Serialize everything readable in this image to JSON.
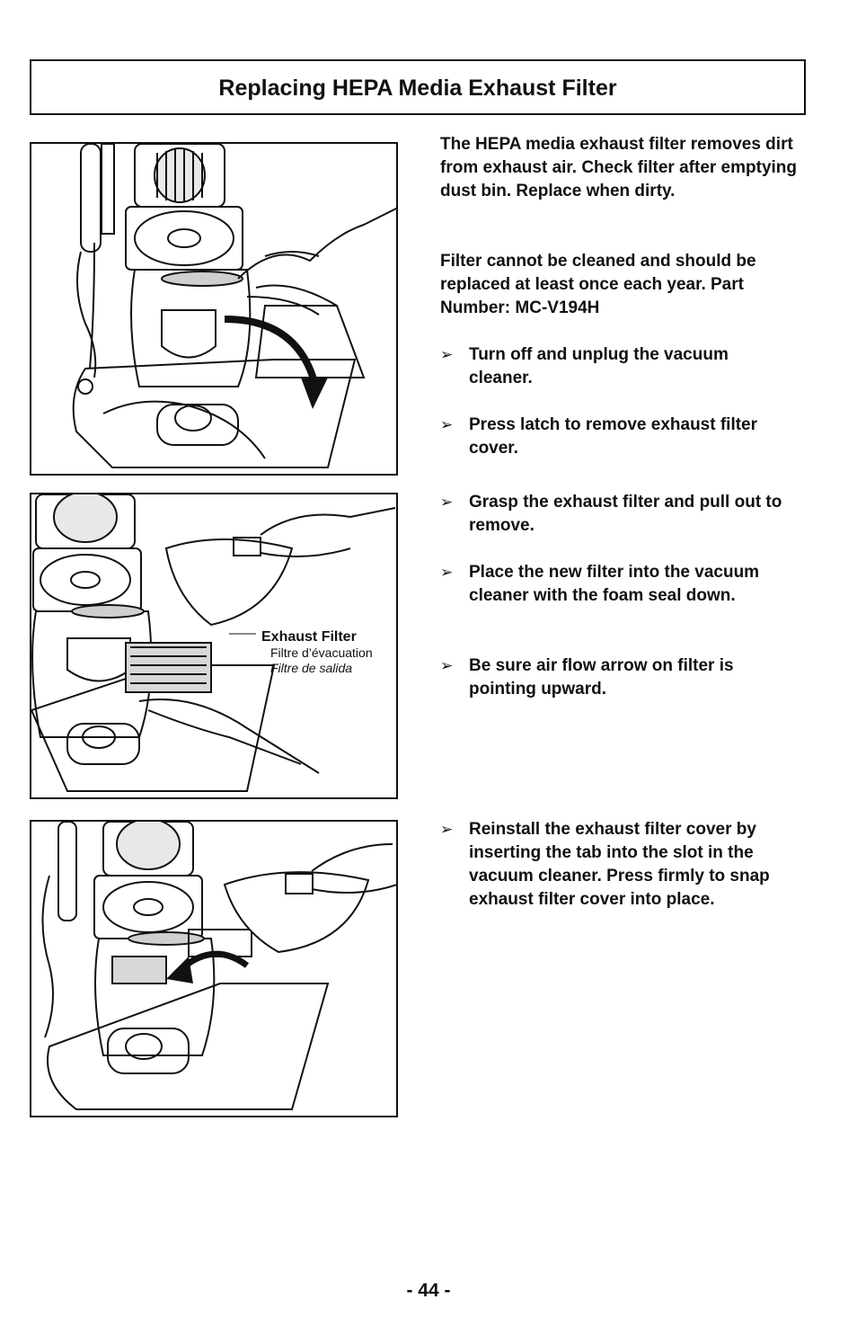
{
  "title": "Replacing HEPA Media Exhaust Filter",
  "intro": {
    "p1": "The HEPA media exhaust filter removes dirt from exhaust air.  Check filter after emptying dust bin.  Replace when dirty.",
    "p2": "Filter cannot be cleaned and should be replaced at least once each year.  Part Number:  MC-V194H"
  },
  "bullet_icon": "➢",
  "steps": [
    "Turn off and unplug the vacuum cleaner.",
    "Press latch to remove exhaust filter cover.",
    "Grasp the exhaust filter and pull out to remove.",
    "Place the new filter into the vacuum cleaner with the foam seal down.",
    "Be sure air flow arrow on filter is pointing upward.",
    "Reinstall the exhaust filter cover by inserting the tab into the slot in the vacuum cleaner. Press firmly to snap exhaust filter cover into place."
  ],
  "callout": {
    "label_en": "Exhaust Filter",
    "label_fr": "Filtre d’évacuation",
    "label_es": "Filtre de salida"
  },
  "page_number": "- 44 -"
}
